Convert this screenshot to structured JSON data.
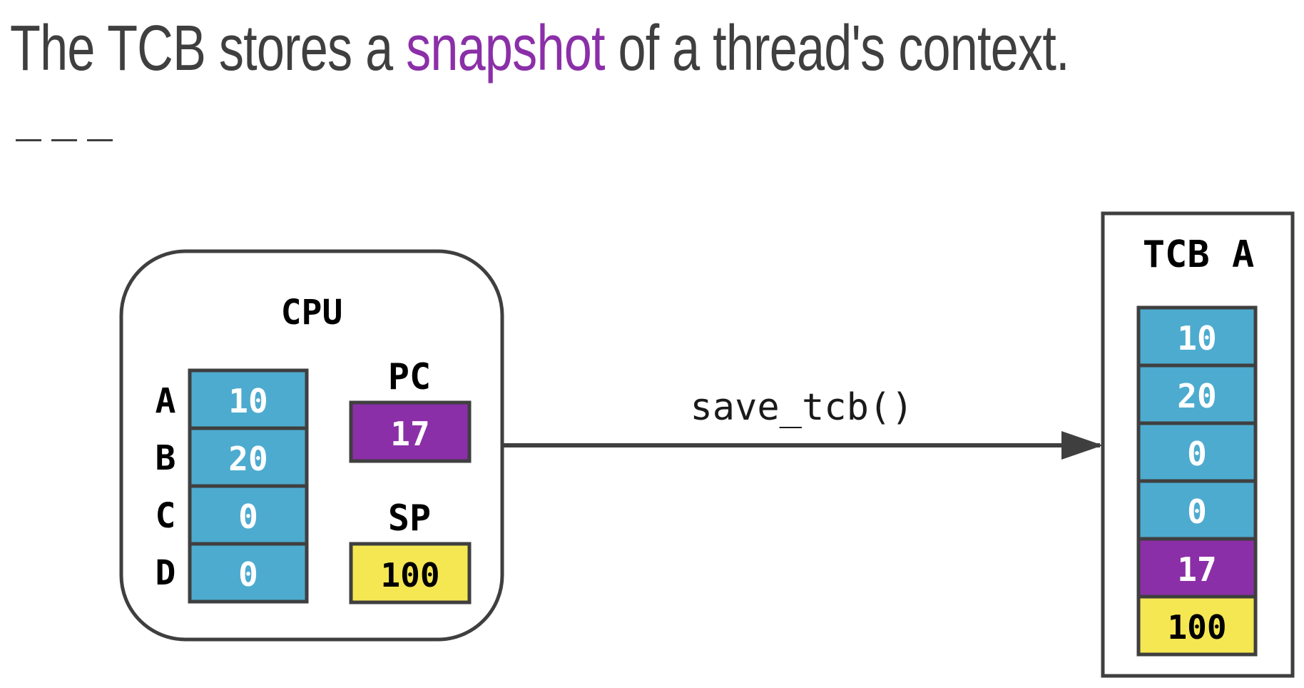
{
  "title": {
    "prefix": "The TCB stores a ",
    "highlight": "snapshot",
    "suffix": " of a thread's context."
  },
  "colors": {
    "text": "#3f3f3f",
    "highlight": "#8b2fa8",
    "register_blue": "#4dabcf",
    "register_purple": "#8b2fa8",
    "register_yellow": "#f5e752",
    "outline": "#3f3f3f"
  },
  "cpu": {
    "label": "CPU",
    "registers": [
      {
        "name": "A",
        "value": "10"
      },
      {
        "name": "B",
        "value": "20"
      },
      {
        "name": "C",
        "value": "0"
      },
      {
        "name": "D",
        "value": "0"
      }
    ],
    "pc": {
      "label": "PC",
      "value": "17"
    },
    "sp": {
      "label": "SP",
      "value": "100"
    }
  },
  "arrow": {
    "label": "save_tcb()"
  },
  "tcb": {
    "label": "TCB A",
    "slots": [
      {
        "value": "10",
        "kind": "general"
      },
      {
        "value": "20",
        "kind": "general"
      },
      {
        "value": "0",
        "kind": "general"
      },
      {
        "value": "0",
        "kind": "general"
      },
      {
        "value": "17",
        "kind": "pc"
      },
      {
        "value": "100",
        "kind": "sp"
      }
    ]
  }
}
